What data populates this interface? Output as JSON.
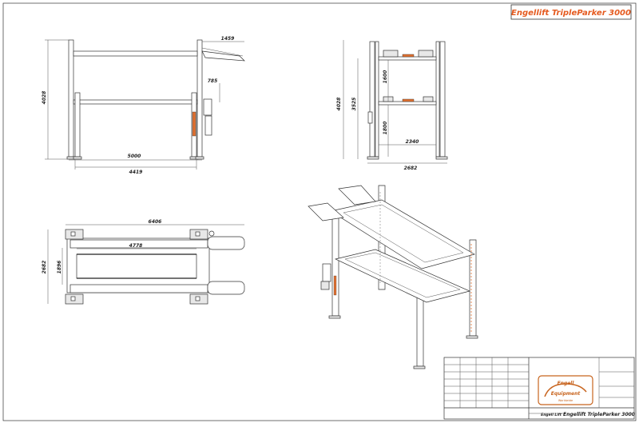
{
  "header": {
    "title": "Engellift TripleParker 3000",
    "title_color": "#e55a1f"
  },
  "front_view": {
    "total_height": "4028",
    "ramp_length": "1459",
    "platform_gap": "785",
    "overall_length": "5000",
    "column_spacing": "4419"
  },
  "side_view": {
    "total_height": "4028",
    "upper_height": "3525",
    "upper_gap": "1600",
    "lower_gap": "1800",
    "inner_width": "2340",
    "overall_width": "2682"
  },
  "top_view": {
    "overall_length": "6406",
    "inner_length": "4778",
    "overall_width": "2682",
    "inner_width": "1896"
  },
  "title_block": {
    "logo_line1": "Engell",
    "logo_line2": "Equipment",
    "logo_line3": "Worldwide",
    "logo_color": "#c8641e",
    "footer_brand": "Engell Lift",
    "drawing_title": "Engellift TripleParker 3000"
  }
}
